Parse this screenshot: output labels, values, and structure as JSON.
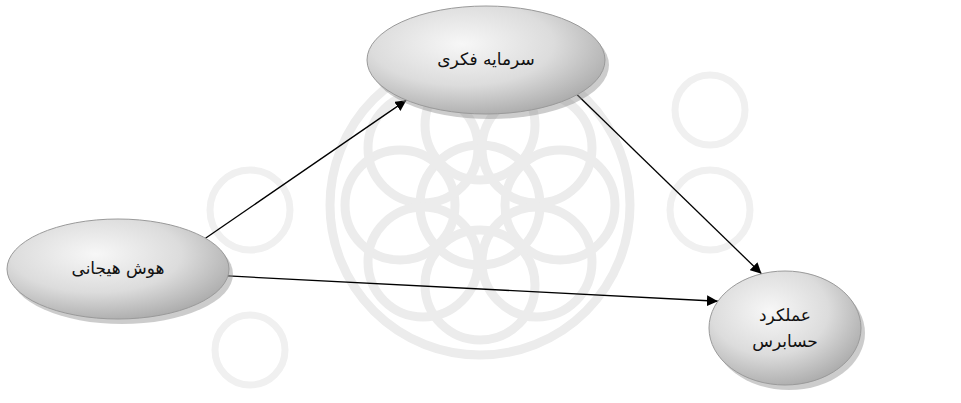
{
  "diagram": {
    "nodes": [
      {
        "text": [
          "هوش هیجانی"
        ]
      },
      {
        "text": [
          "سرمایه فکری"
        ]
      },
      {
        "text": [
          "عملکرد حسابرس"
        ]
      }
    ],
    "edges": [
      {
        "from": 0,
        "to": 1,
        "arrow": "to"
      },
      {
        "from": 1,
        "to": 2,
        "arrow": "to"
      },
      {
        "from": 0,
        "to": 2,
        "arrow": "to"
      }
    ]
  }
}
